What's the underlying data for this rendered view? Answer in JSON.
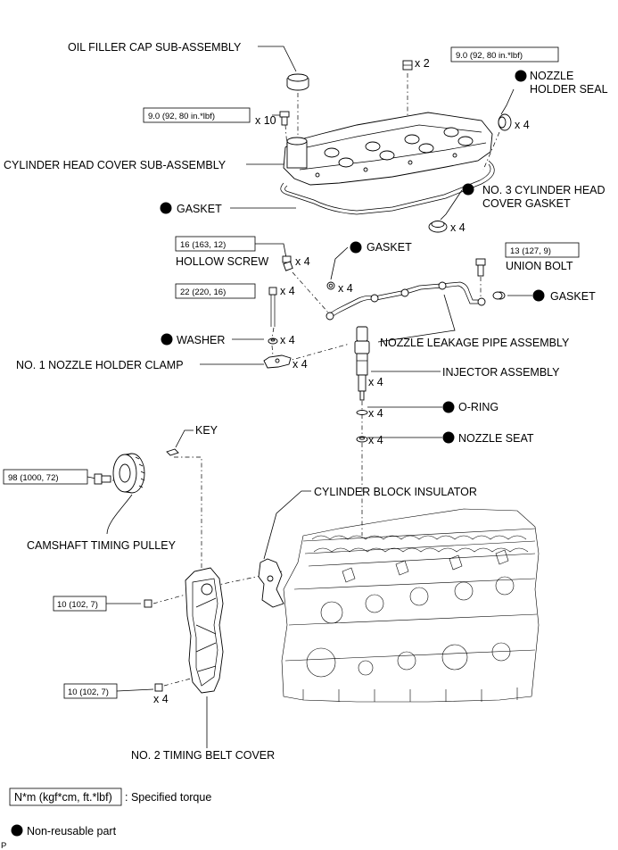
{
  "labels": {
    "oil_filler_cap": "OIL FILLER CAP SUB-ASSEMBLY",
    "cylinder_head_cover": "CYLINDER HEAD COVER SUB-ASSEMBLY",
    "gasket_cover": "GASKET",
    "nozzle_holder_seal_1": "NOZZLE",
    "nozzle_holder_seal_2": "HOLDER SEAL",
    "no3_gasket_1": "NO. 3 CYLINDER HEAD",
    "no3_gasket_2": "COVER GASKET",
    "gasket_pipe": "GASKET",
    "hollow_screw": "HOLLOW SCREW",
    "union_bolt": "UNION BOLT",
    "gasket_union": "GASKET",
    "washer": "WASHER",
    "nozzle_leakage_pipe": "NOZZLE LEAKAGE PIPE ASSEMBLY",
    "no1_nozzle_holder_clamp": "NO. 1 NOZZLE HOLDER CLAMP",
    "injector_assembly": "INJECTOR ASSEMBLY",
    "o_ring": "O-RING",
    "nozzle_seat": "NOZZLE SEAT",
    "key": "KEY",
    "cylinder_block_insulator": "CYLINDER BLOCK INSULATOR",
    "camshaft_timing_pulley": "CAMSHAFT TIMING PULLEY",
    "no2_timing_belt_cover": "NO. 2 TIMING BELT COVER"
  },
  "torques": {
    "cover_nut": "9.0 (92, 80 in.*lbf)",
    "cover_bolt": "9.0 (92, 80 in.*lbf)",
    "hollow_screw": "16 (163, 12)",
    "union_bolt": "13 (127, 9)",
    "clamp_bolt": "22 (220, 16)",
    "pulley_bolt": "98 (1000, 72)",
    "belt_cover_bolt_1": "10 (102, 7)",
    "belt_cover_bolt_2": "10 (102, 7)"
  },
  "quantities": {
    "cover_nut": "x 2",
    "nozzle_holder_seal": "x 4",
    "cover_bolt": "x 10",
    "no3_gasket": "x 4",
    "hollow_screw": "x 4",
    "pipe_gasket": "x 4",
    "clamp_bolt": "x 4",
    "washer": "x 4",
    "clamp": "x 4",
    "injector": "x 4",
    "o_ring": "x 4",
    "nozzle_seat": "x 4",
    "belt_cover_bolt": "x 4"
  },
  "legend": {
    "torque_box": "N*m (kgf*cm, ft.*lbf)",
    "torque_text": ": Specified torque",
    "non_reusable": "Non-reusable part"
  },
  "corner_mark": "P"
}
